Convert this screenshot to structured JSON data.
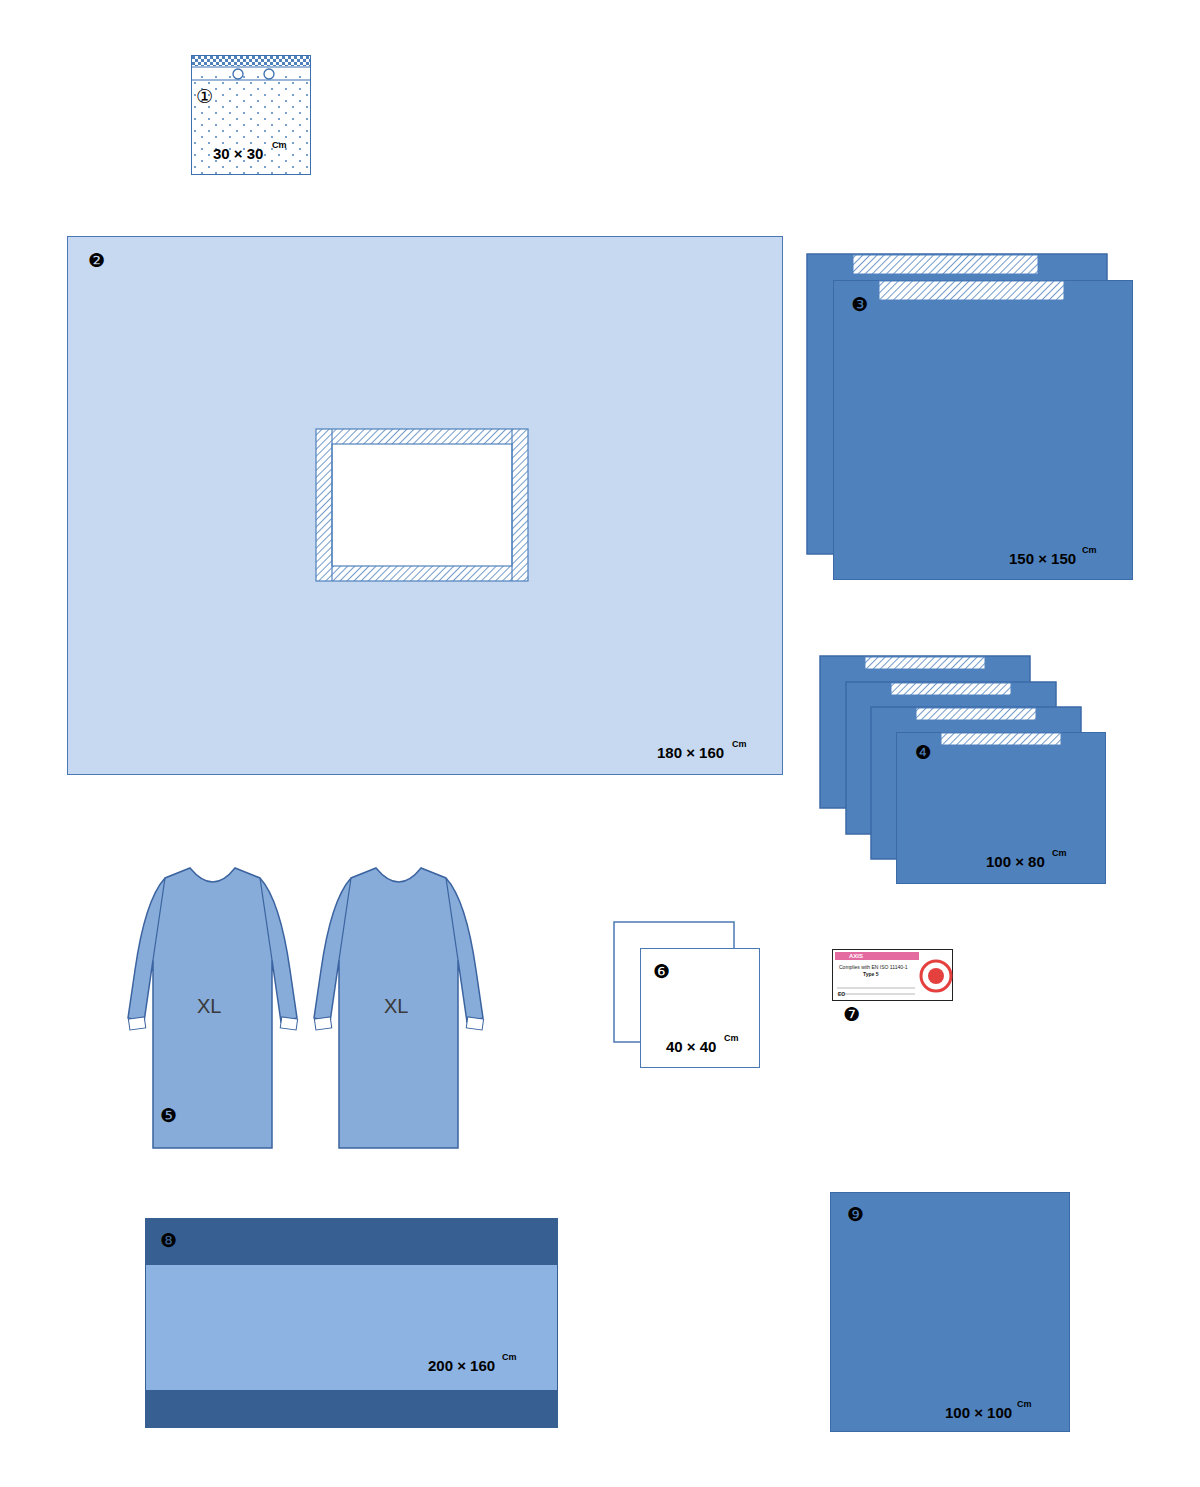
{
  "diagram": {
    "nodes": [
      {
        "text": [
          "①",
          "30 × 30",
          "Cm"
        ]
      },
      {
        "text": [
          "❷",
          "180 × 160",
          "Cm"
        ]
      },
      {
        "text": [
          "❸",
          "150 × 150",
          "Cm"
        ]
      },
      {
        "text": [
          "❹",
          "100 × 80",
          "Cm"
        ]
      },
      {
        "text": [
          "XL",
          "❺"
        ]
      },
      {
        "text": [
          "XL"
        ]
      },
      {
        "text": [
          "❻",
          "40 × 40",
          "Cm"
        ]
      },
      {
        "text": [
          "AXIS",
          "Complies with EN ISO 11140-1",
          "Type 5",
          "EO"
        ]
      },
      {
        "text": [
          "❽",
          "200 × 160",
          "Cm"
        ]
      },
      {
        "text": [
          "❾",
          "100 × 100",
          "Cm"
        ]
      }
    ],
    "labels": [
      "❼"
    ]
  }
}
